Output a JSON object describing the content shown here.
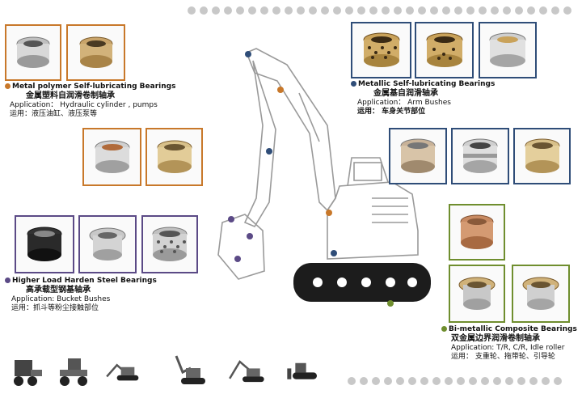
{
  "colors": {
    "orange": "#c8782a",
    "navy": "#2f4d78",
    "purple": "#5b4a86",
    "green": "#6f8e2e",
    "dot": "#c8c8c8"
  },
  "groups": {
    "metal_polymer": {
      "title": "Metal polymer Self-lubricating  Bearings",
      "title_cn": "金属塑料自润滑卷制轴承",
      "app": "Application： Hydraulic cylinder , pumps",
      "app_cn": "运用：液压油缸、液压泵等"
    },
    "metallic": {
      "title": "Metallic Self-lubricating  Bearings",
      "title_cn": "金属基自润滑轴承",
      "app": "Application： Arm Bushes",
      "app_cn": "运用： 车身关节部位"
    },
    "harden_steel": {
      "title": "Higher Load Harden Steel Bearings",
      "title_cn": "高承载型钢基轴承",
      "app": "Application: Bucket Bushes",
      "app_cn": "运用：抓斗等粉尘接触部位"
    },
    "bimetallic": {
      "title": "Bi-metallic Composite Bearings",
      "title_cn": "双金属边界润滑卷制轴承",
      "app": "Application: T/R, C/R, Idle roller",
      "app_cn": "运用： 支重轮、拖带轮、引导轮"
    }
  }
}
